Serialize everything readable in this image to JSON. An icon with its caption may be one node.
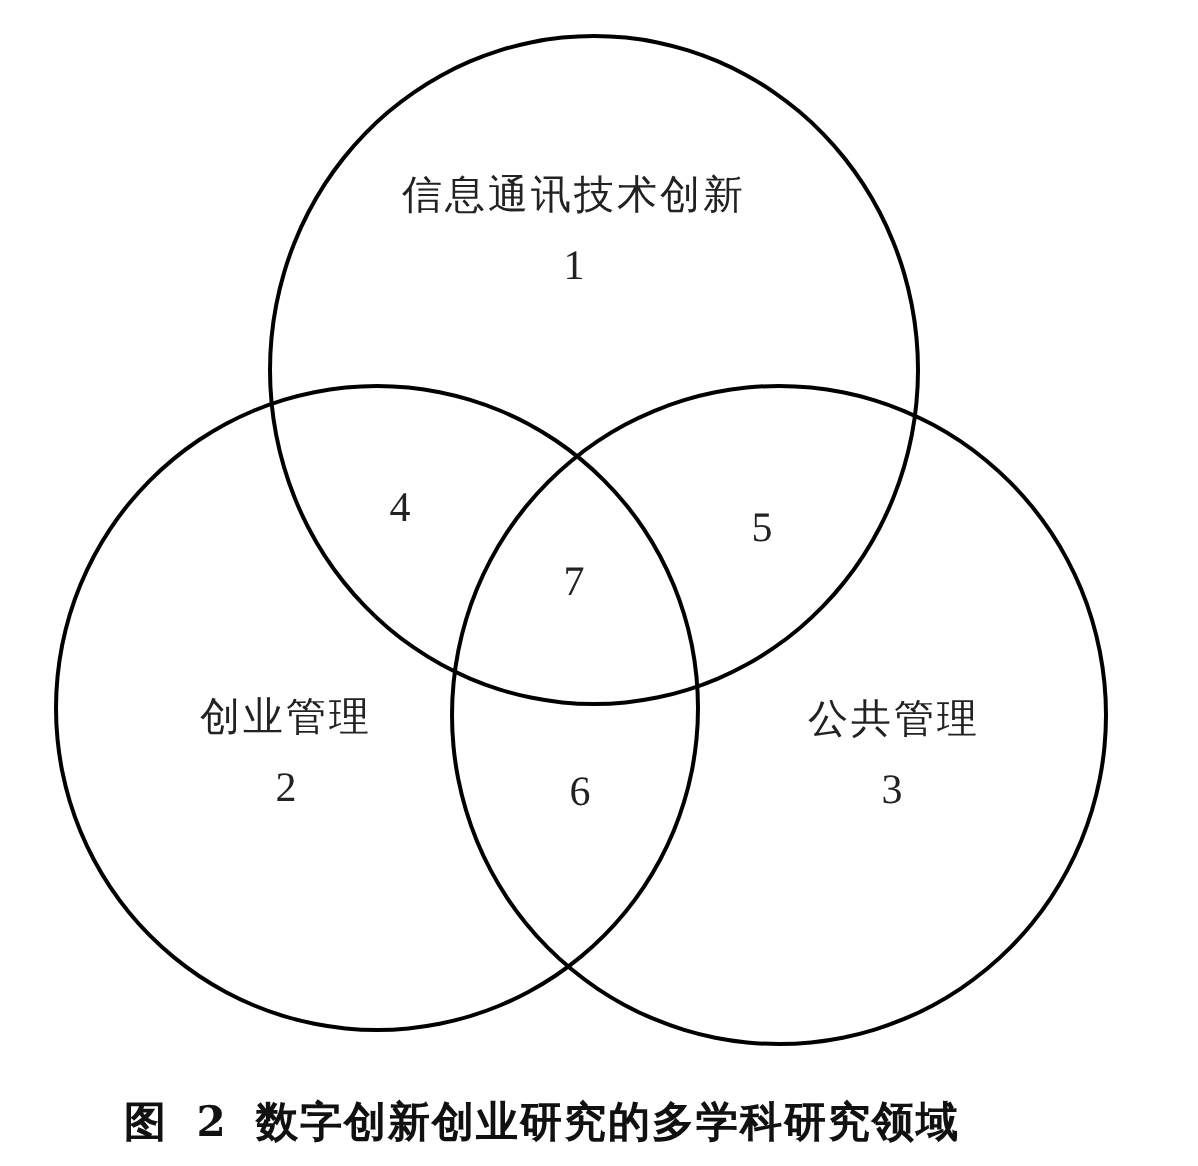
{
  "diagram": {
    "caption": "图 2 数字创新创业研究的多学科研究领域",
    "nodes": [
      {
        "text": [
          "信息通讯技术创新",
          "1"
        ]
      },
      {
        "text": [
          "创业管理",
          "2"
        ]
      },
      {
        "text": [
          "公共管理",
          "3"
        ]
      }
    ],
    "labels": [
      "4",
      "5",
      "7",
      "6"
    ]
  }
}
